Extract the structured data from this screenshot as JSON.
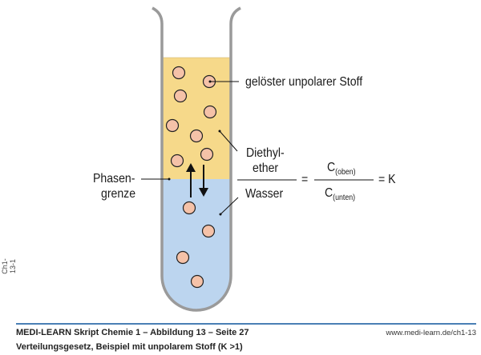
{
  "diagram": {
    "colors": {
      "organic_phase": "#f6d98a",
      "water_phase": "#bcd5ef",
      "particle_fill": "#f5c2a8",
      "tube_wall": "#9a9a9a",
      "footer_rule": "#4a7fb5"
    },
    "labels": {
      "solute": "gelöster unpolarer Stoff",
      "ether_line1": "Diethyl-",
      "ether_line2": "ether",
      "water": "Wasser",
      "phase_line1": "Phasen-",
      "phase_line2": "grenze",
      "equals": "=",
      "c_top": "C",
      "c_top_sub": "(oben)",
      "c_bottom": "C",
      "c_bottom_sub": "(unten)",
      "equals_k": "= K"
    },
    "particles": {
      "organic_phase_count": 8,
      "water_phase_count": 4
    },
    "arrows": [
      "up-arrow",
      "down-arrow"
    ]
  },
  "footer": {
    "title": "MEDI-LEARN Skript Chemie 1 – Abbildung 13 – Seite 27",
    "caption": "Verteilungsgesetz, Beispiel mit unpolarem Stoff (K >1)",
    "url": "www.medi-learn.de/ch1-13",
    "side_code": "Ch1-13-1"
  }
}
